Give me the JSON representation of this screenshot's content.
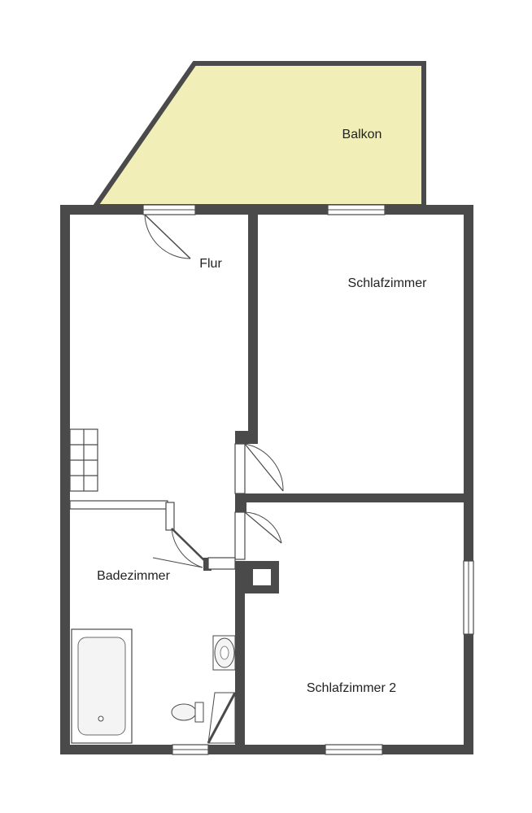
{
  "plan": {
    "colors": {
      "wall": "#4a4a4a",
      "balcony_fill": "#f1efb7",
      "background": "#ffffff",
      "fixture_fill": "#f4f4f4"
    },
    "rooms": {
      "balkon": "Balkon",
      "flur": "Flur",
      "schlafzimmer": "Schlafzimmer",
      "badezimmer": "Badezimmer",
      "schlafzimmer_2": "Schlafzimmer 2"
    }
  }
}
